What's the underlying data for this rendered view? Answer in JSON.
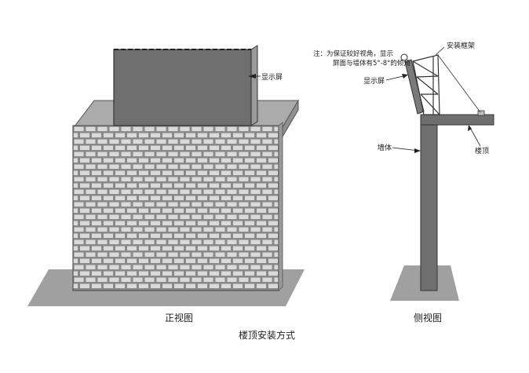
{
  "front_view": {
    "screen_label": "显示屏",
    "caption": "正视图"
  },
  "side_view": {
    "frame_label": "安装框架",
    "note_line1": "注：为保证较好视角，显示",
    "note_line2": "屏面与墙体有5°-8°的倾角",
    "screen_label": "显示屏",
    "wall_label": "墙体",
    "roof_label": "楼顶",
    "caption": "侧视图"
  },
  "title": "楼顶安装方式",
  "colors": {
    "panel_gray": "#6f6f6f",
    "roof_slab": "#a9a9a9",
    "brick_fill": "#d7d7d7",
    "mortar": "#8a8a8a",
    "ground_shadow": "#a0a0a0"
  }
}
